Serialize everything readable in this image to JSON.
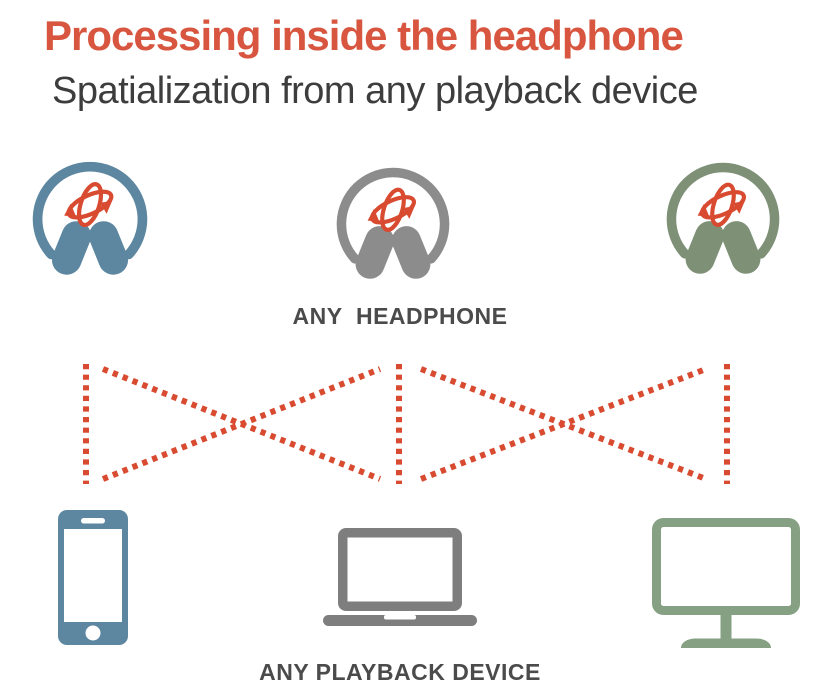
{
  "header": {
    "title": "Processing inside the headphone",
    "subtitle": "Spatialization from any playback device"
  },
  "headphones": {
    "label": "ANY  HEADPHONE",
    "items": [
      {
        "name": "headphone-blue",
        "color_key": "headphone_blue"
      },
      {
        "name": "headphone-gray",
        "color_key": "headphone_gray"
      },
      {
        "name": "headphone-green",
        "color_key": "headphone_green"
      }
    ],
    "overlay_icon": "spatial-rotation-icon"
  },
  "devices": {
    "label": "ANY PLAYBACK DEVICE",
    "items": [
      {
        "name": "smartphone-icon",
        "color_key": "device_blue"
      },
      {
        "name": "laptop-icon",
        "color_key": "device_gray"
      },
      {
        "name": "monitor-icon",
        "color_key": "device_green"
      }
    ]
  },
  "connections": {
    "style": "red-dotted-crossed-lines"
  },
  "colors": {
    "title_red": "#D8563F",
    "accent_red": "#D94B31",
    "headphone_blue": "#5D87A0",
    "headphone_gray": "#8C8C8C",
    "headphone_green": "#7E9177",
    "device_blue": "#5D87A0",
    "device_gray": "#7E7E7E",
    "device_green": "#86A083",
    "heading_gray": "#3D3D3D",
    "label_gray": "#4B4B4B",
    "background": "#FFFFFF"
  }
}
